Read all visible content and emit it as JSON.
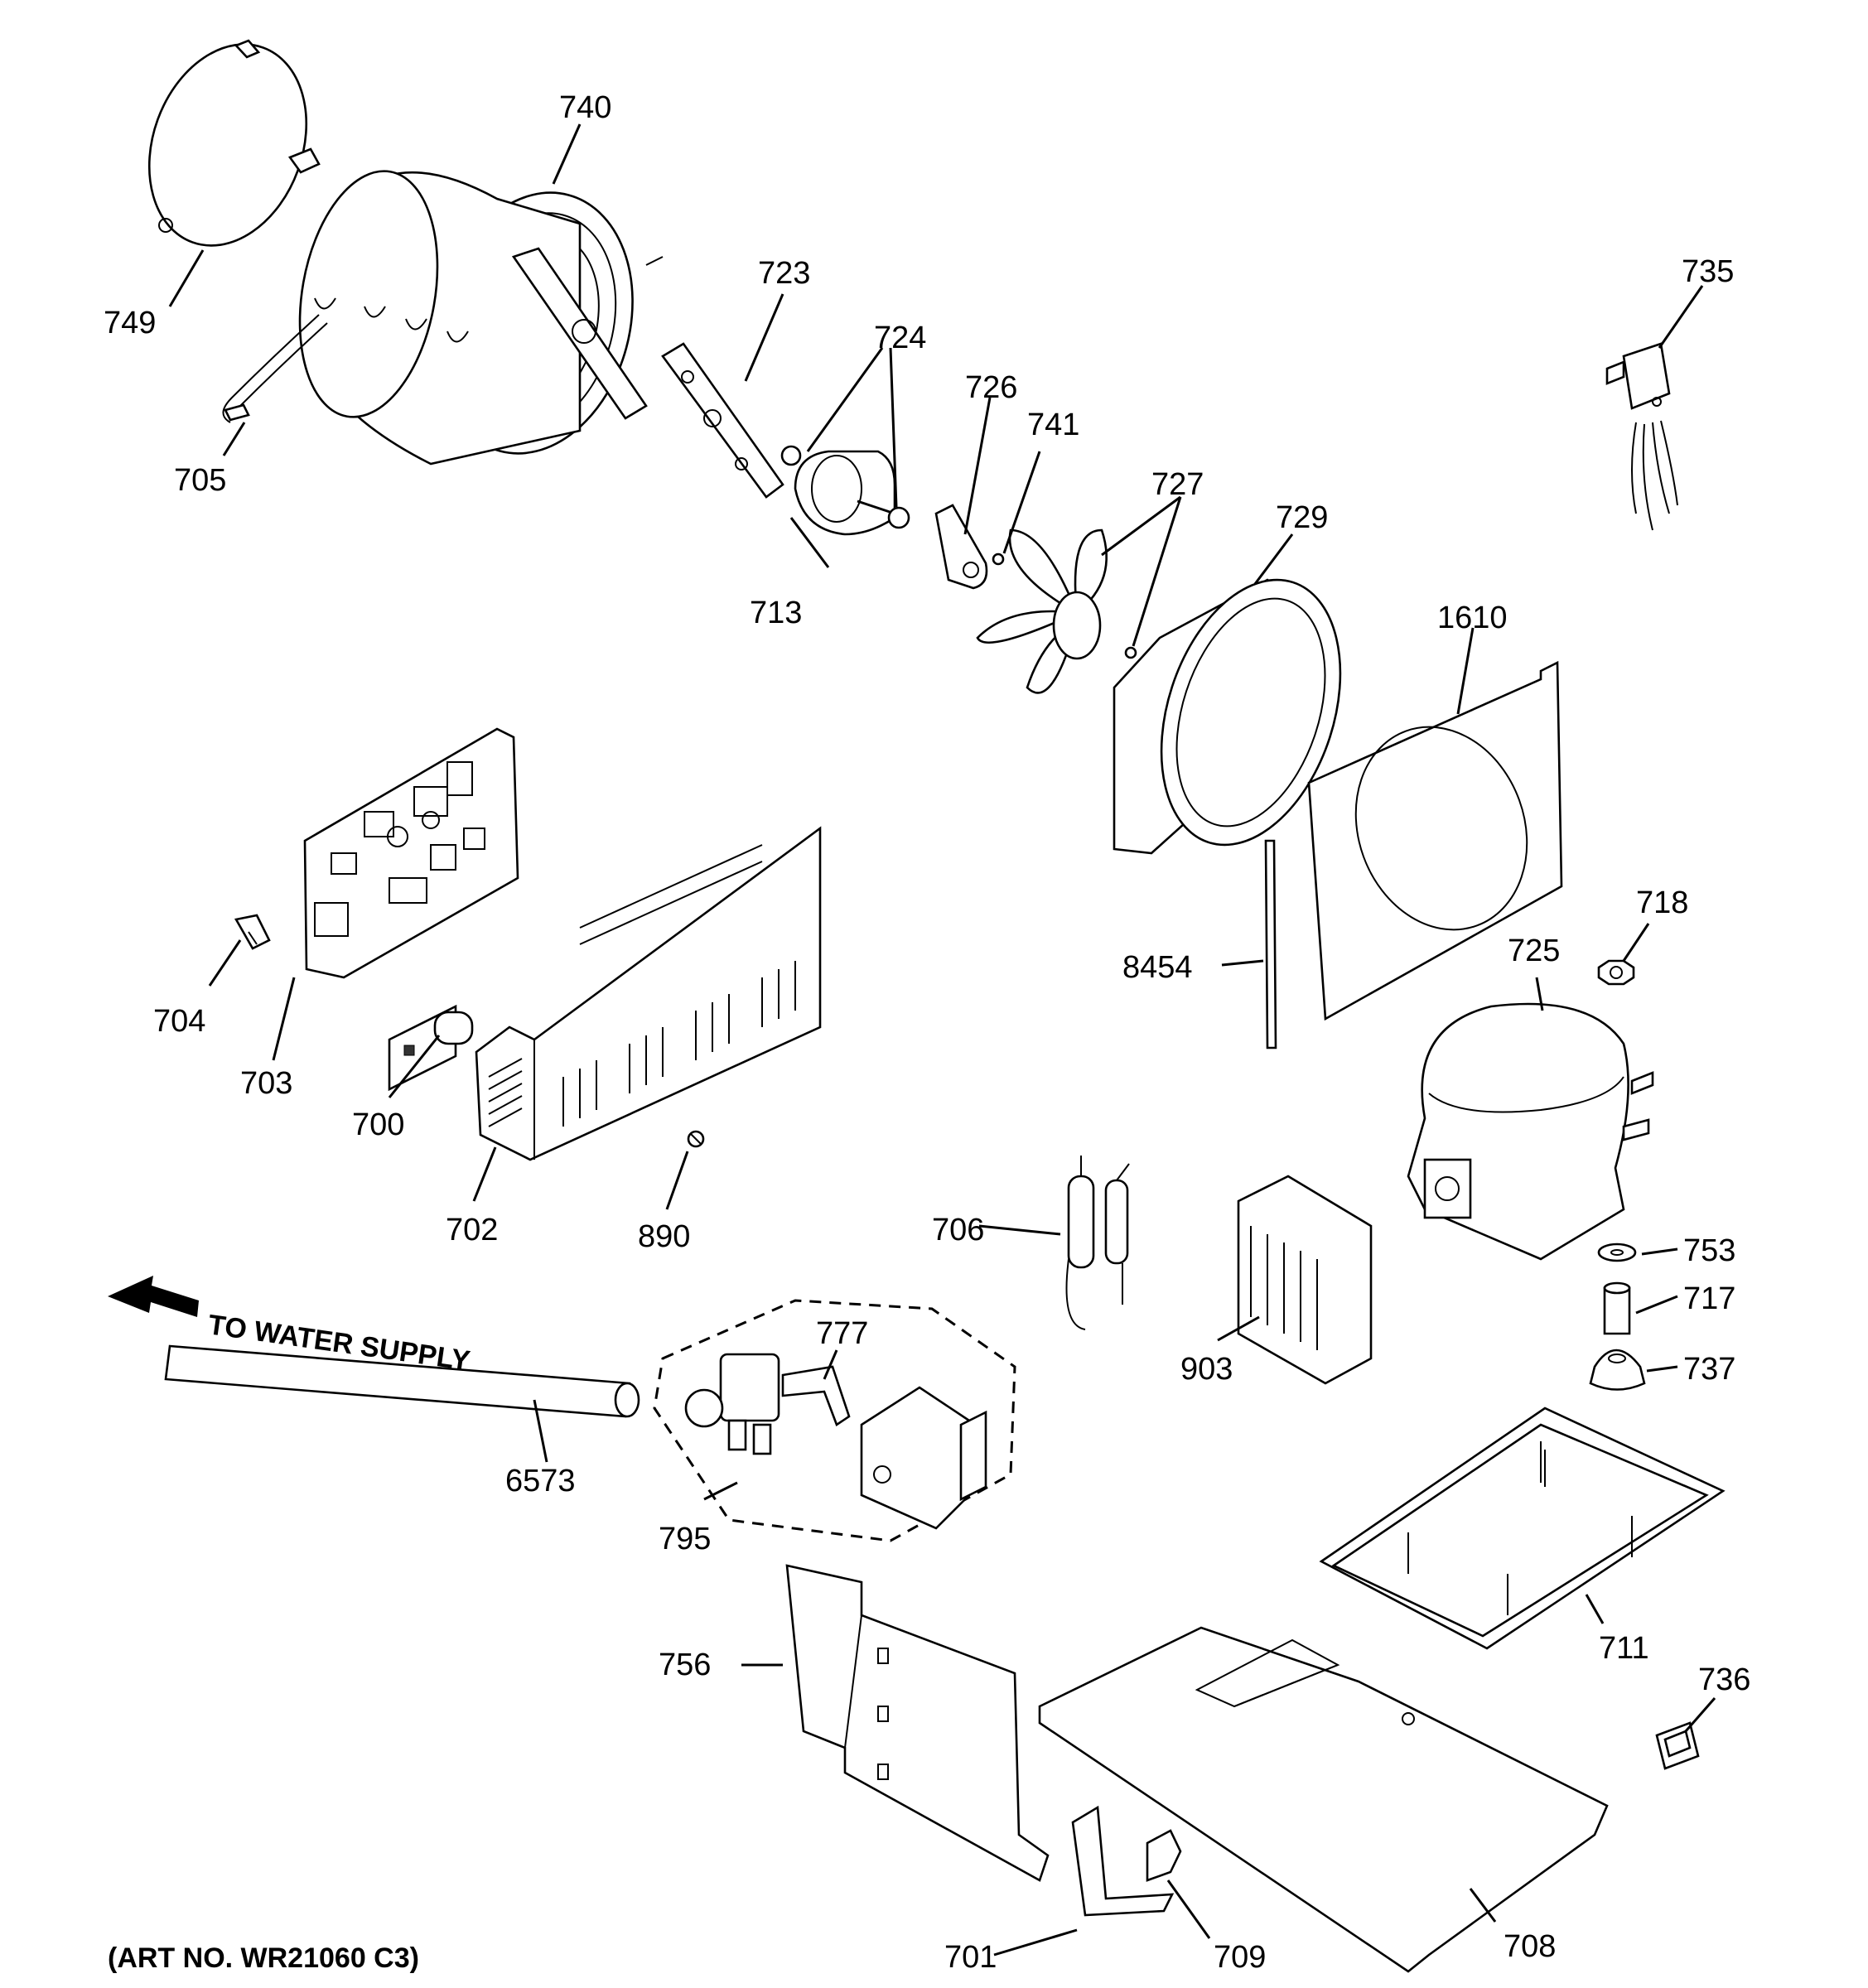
{
  "parts": {
    "p749": "749",
    "p740": "740",
    "p705": "705",
    "p723": "723",
    "p724": "724",
    "p726": "726",
    "p741": "741",
    "p727": "727",
    "p713": "713",
    "p729": "729",
    "p735": "735",
    "p1610": "1610",
    "p704": "704",
    "p703": "703",
    "p700": "700",
    "p702": "702",
    "p890": "890",
    "p8454": "8454",
    "p718": "718",
    "p725": "725",
    "p706": "706",
    "p903": "903",
    "p753": "753",
    "p717": "717",
    "p737": "737",
    "p777": "777",
    "p6573": "6573",
    "p795": "795",
    "p711": "711",
    "p756": "756",
    "p736": "736",
    "p701": "701",
    "p709": "709",
    "p708": "708"
  },
  "water_label": "TO WATER SUPPLY",
  "art_number": "(ART NO. WR21060 C3)"
}
